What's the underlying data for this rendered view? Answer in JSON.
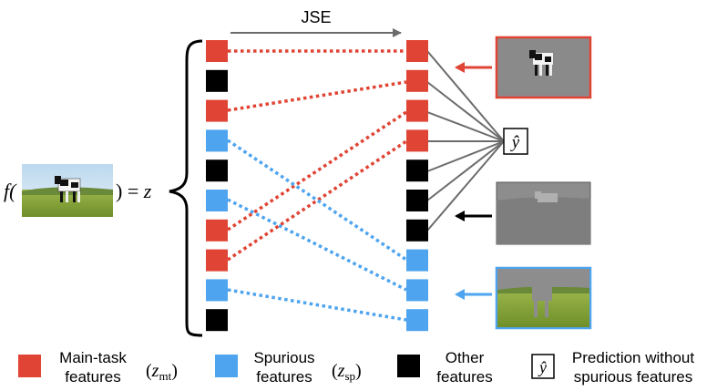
{
  "colors": {
    "main_task": "#e04434",
    "spurious": "#4ea4ef",
    "other": "#000000",
    "arrow_gray": "#6b6b6b",
    "line_gray": "#6b6b6b",
    "red_frame": "#e04434",
    "blue_frame": "#4ea4ef"
  },
  "header": {
    "arrow_label": "JSE"
  },
  "formula": {
    "prefix": "f(",
    "suffix": ") = z"
  },
  "prediction_symbol": "ŷ",
  "left_column": [
    "red",
    "black",
    "red",
    "blue",
    "black",
    "blue",
    "red",
    "red",
    "blue",
    "black"
  ],
  "right_column": [
    "red",
    "red",
    "red",
    "red",
    "black",
    "black",
    "black",
    "blue",
    "blue",
    "blue"
  ],
  "legend": {
    "main": {
      "line1": "Main-task",
      "line2": "features",
      "sym": "z",
      "sub": "mt"
    },
    "spurious": {
      "line1": "Spurious",
      "line2": "features",
      "sym": "z",
      "sub": "sp"
    },
    "other": {
      "line1": "Other",
      "line2": "features"
    },
    "prediction": {
      "line1": "Prediction without",
      "line2": "spurious features"
    }
  },
  "icons": {
    "cow_input": "cow-in-field-image",
    "cow_only": "cow-on-gray-image",
    "background_only": "field-with-gray-cow-image",
    "masked_cow": "field-with-cow-masked-image"
  }
}
